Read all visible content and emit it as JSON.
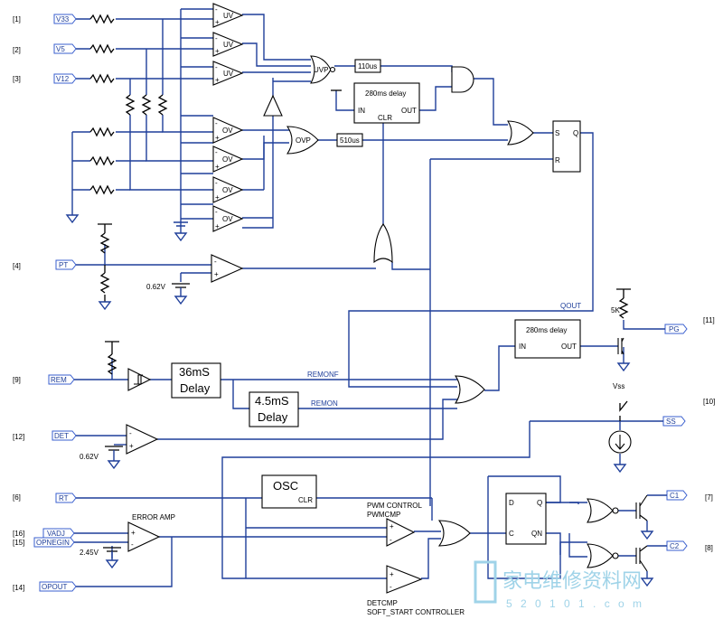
{
  "pins": [
    {
      "num": "[1]",
      "port": "V33"
    },
    {
      "num": "[2]",
      "port": "V5"
    },
    {
      "num": "[3]",
      "port": "V12"
    },
    {
      "num": "[4]",
      "port": "PT"
    },
    {
      "num": "[9]",
      "port": "REM"
    },
    {
      "num": "[12]",
      "port": "DET"
    },
    {
      "num": "[6]",
      "port": "RT"
    },
    {
      "num": "[16]",
      "port": "VADJ"
    },
    {
      "num": "[15]",
      "port": "OPNEGIN"
    },
    {
      "num": "[14]",
      "port": "OPOUT"
    },
    {
      "num": "[11]",
      "port": "PG"
    },
    {
      "num": "[10]",
      "port": "SS"
    },
    {
      "num": "[7]",
      "port": "C1"
    },
    {
      "num": "[8]",
      "port": "C2"
    }
  ],
  "comparators": {
    "uv": "UV",
    "ov": "OV",
    "minus": "-",
    "plus": "+"
  },
  "gates": {
    "uvp": "UVP",
    "ovp": "OVP"
  },
  "timers": {
    "t110": "110us",
    "t510": "510us",
    "d280a": "280ms delay",
    "d280b": "280ms delay",
    "in": "IN",
    "out": "OUT",
    "clr": "CLR"
  },
  "flipflop_sr": {
    "s": "S",
    "r": "R",
    "q": "Q"
  },
  "flipflop_d": {
    "d": "D",
    "c": "C",
    "q": "Q",
    "qn": "QN"
  },
  "delays": {
    "d36": [
      "36mS",
      "Delay"
    ],
    "d45": [
      "4.5mS",
      "Delay"
    ]
  },
  "signals": {
    "remonf": "REMONF",
    "remon": "REMON",
    "qout": "QOUT"
  },
  "osc": {
    "title": "OSC",
    "clr": "CLR"
  },
  "labels": {
    "ref1": "0.62V",
    "ref2": "0.62V",
    "ref3": "2.45V",
    "r5k": "5K",
    "vss": "Vss",
    "error_amp": "ERROR AMP",
    "pwm1": "PWM CONTROL",
    "pwm2": "PWMCMP",
    "det1": "DETCMP",
    "det2": "SOFT_START CONTROLLER"
  },
  "watermark": {
    "cn": "家电维修资料网",
    "url": "5 2 0 1 0 1 . c o m"
  }
}
